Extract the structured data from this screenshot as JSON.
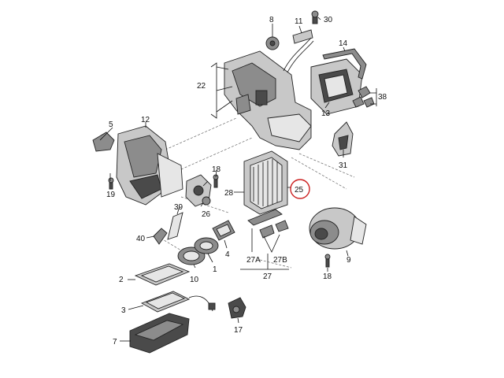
{
  "callouts": {
    "c1": "1",
    "c2": "2",
    "c3": "3",
    "c4": "4",
    "c5": "5",
    "c7": "7",
    "c8": "8",
    "c9": "9",
    "c10": "10",
    "c11": "11",
    "c12": "12",
    "c13": "13",
    "c14": "14",
    "c17": "17",
    "c18a": "18",
    "c18b": "18",
    "c19": "19",
    "c22": "22",
    "c25": "25",
    "c26": "26",
    "c27": "27",
    "c27a": "27A",
    "c27b": "27B",
    "c28": "28",
    "c30": "30",
    "c31": "31",
    "c38": "38",
    "c39": "39",
    "c40": "40"
  },
  "highlight_color": "#cc2222"
}
